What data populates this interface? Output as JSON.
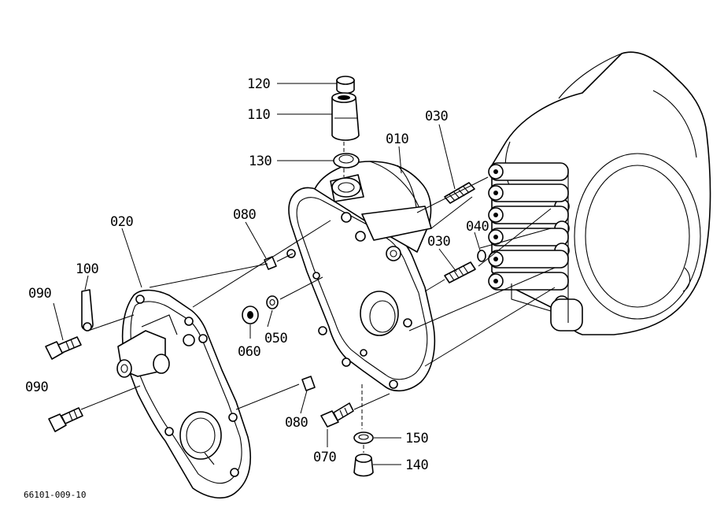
{
  "diagram": {
    "code": "66101-009-10",
    "labels": {
      "p010": "010",
      "p020": "020",
      "p030a": "030",
      "p030b": "030",
      "p040": "040",
      "p050": "050",
      "p060": "060",
      "p070": "070",
      "p080a": "080",
      "p080b": "080",
      "p090a": "090",
      "p090b": "090",
      "p100": "100",
      "p110": "110",
      "p120": "120",
      "p130": "130",
      "p140": "140",
      "p150": "150"
    }
  }
}
